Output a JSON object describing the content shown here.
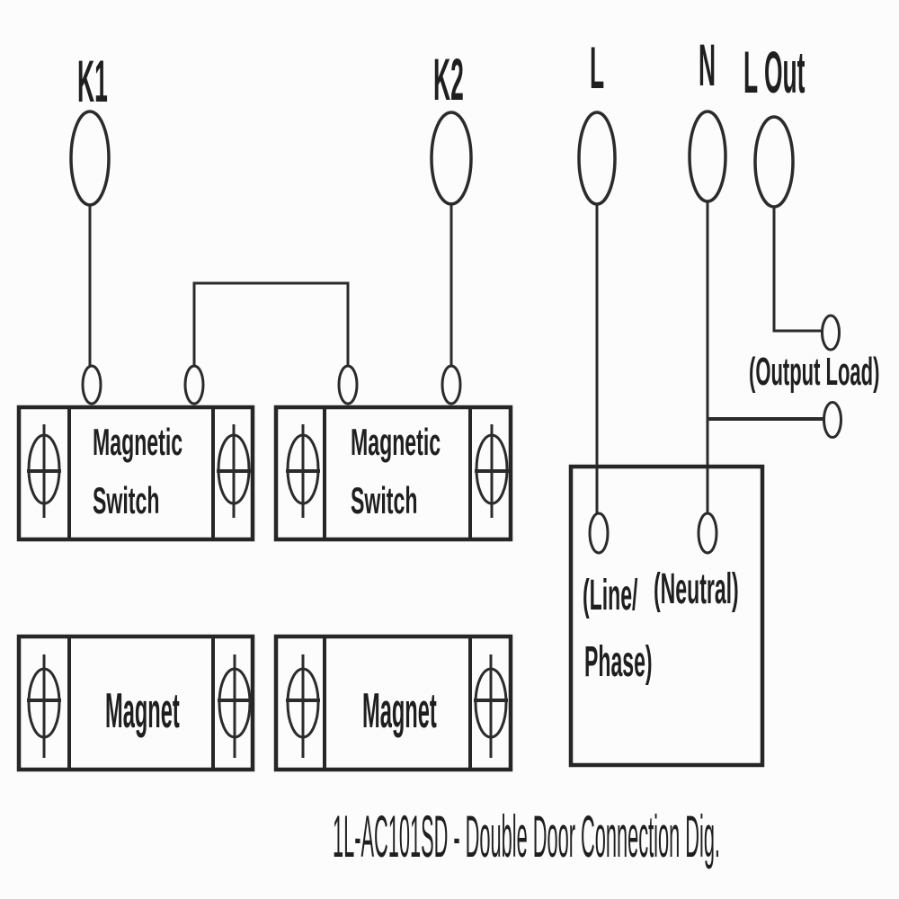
{
  "colors": {
    "ink": "#262626",
    "background": "#fcfcfc"
  },
  "terminals": {
    "k1": {
      "label": "K1"
    },
    "k2": {
      "label": "K2"
    },
    "l": {
      "label": "L"
    },
    "n": {
      "label": "N"
    },
    "l_out": {
      "label": "L Out"
    }
  },
  "switches": [
    {
      "label_line1": "Magnetic",
      "label_line2": "Switch"
    },
    {
      "label_line1": "Magnetic",
      "label_line2": "Switch"
    }
  ],
  "magnets": [
    {
      "label": "Magnet"
    },
    {
      "label": "Magnet"
    }
  ],
  "controller": {
    "line_phase_line1": "(Line/",
    "line_phase_line2": "Phase)",
    "neutral": "(Neutral)"
  },
  "output_load_label": "(Output Load)",
  "caption": "1L-AC101SD - Double Door Connection Dig.",
  "icons": {
    "screw_terminal": "screw-terminal-icon",
    "wire_terminal": "terminal-circle-icon"
  }
}
